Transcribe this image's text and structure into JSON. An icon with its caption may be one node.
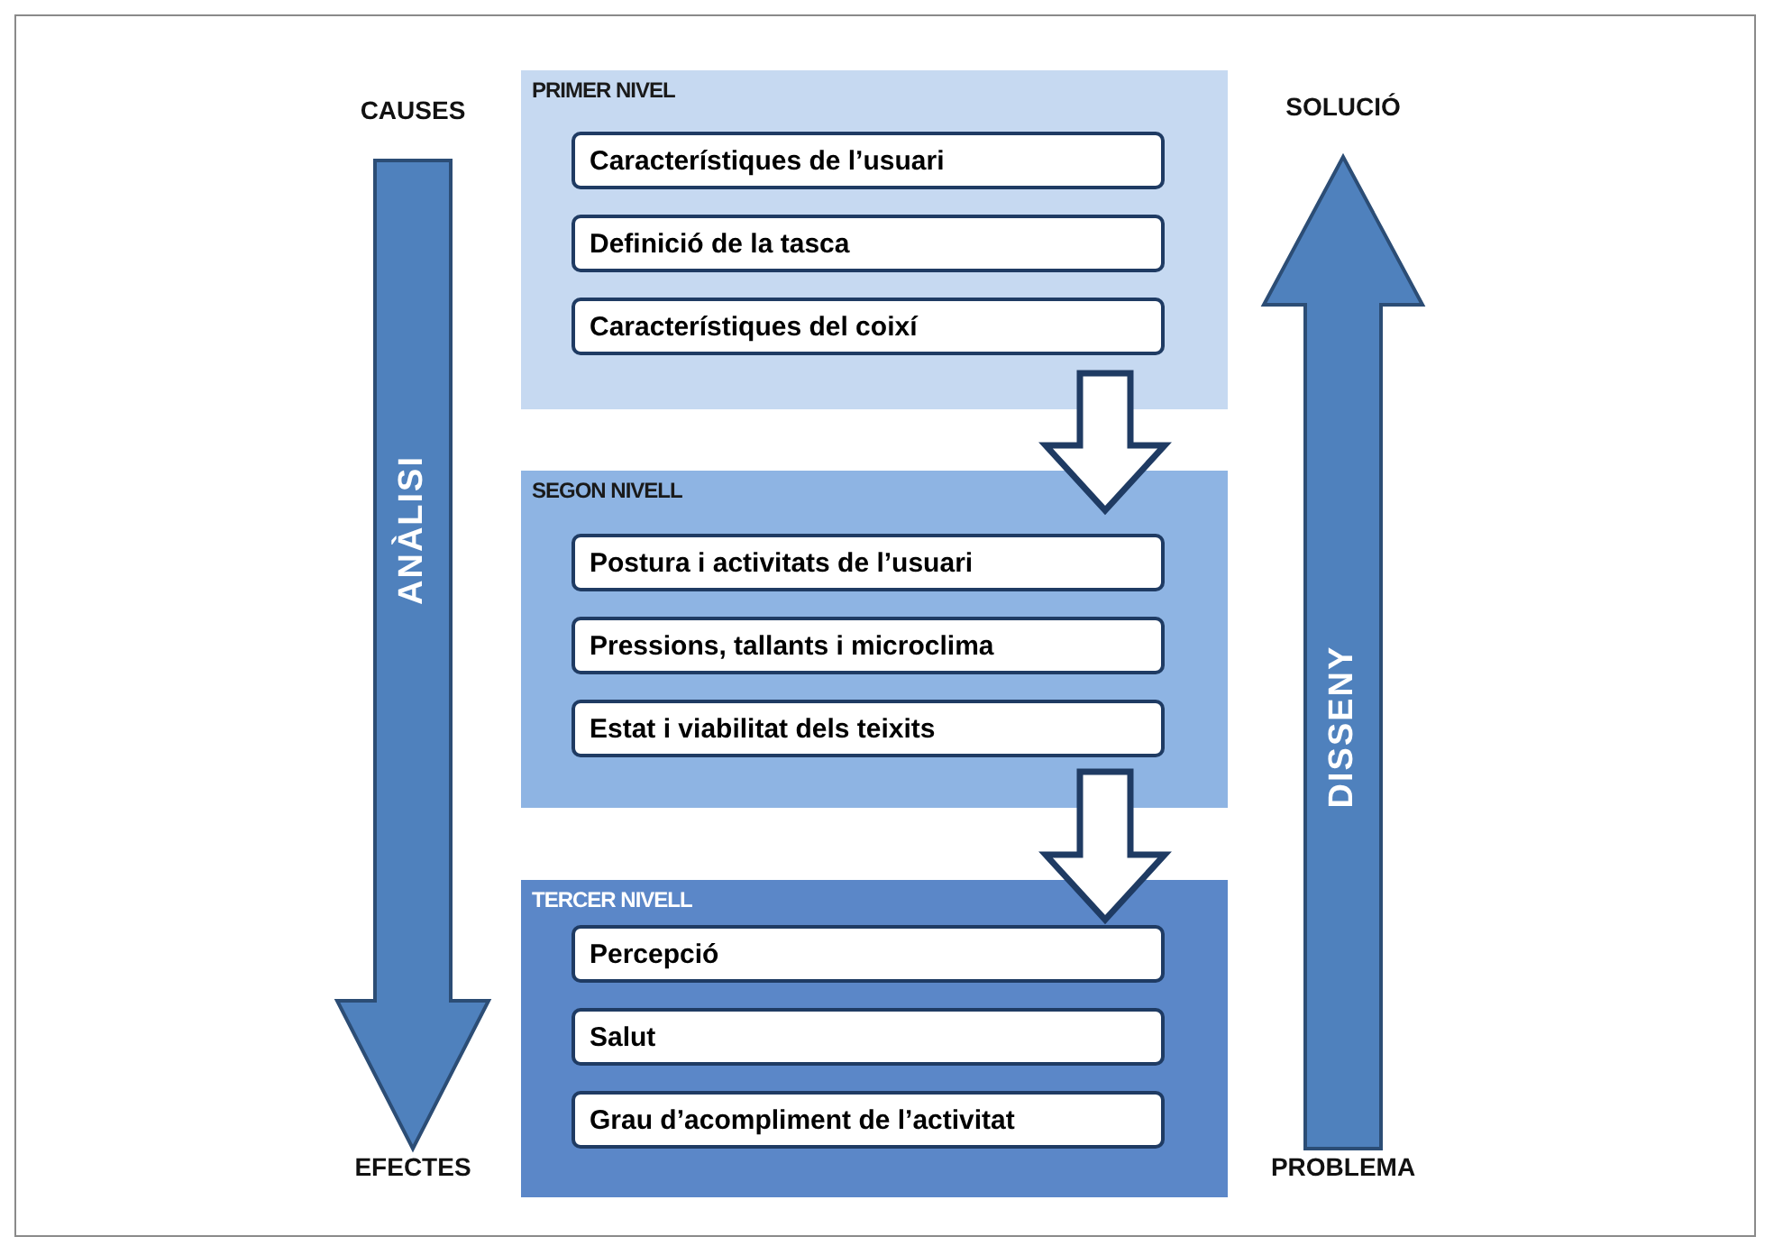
{
  "diagram": {
    "nodes": [
      {
        "text": [
          "ANÀLISI"
        ],
        "beside": [
          "CAUSES",
          "EFECTES"
        ]
      },
      {
        "text": [
          "PRIMER NIVEL"
        ]
      },
      {
        "text": [
          "Característiques de l’usuari"
        ],
        "in": 1
      },
      {
        "text": [
          "Definició de la tasca"
        ],
        "in": 1
      },
      {
        "text": [
          "Característiques del coixí"
        ],
        "in": 1
      },
      {
        "text": [
          "SEGON NIVELL"
        ]
      },
      {
        "text": [
          "Postura i activitats de l’usuari"
        ],
        "in": 5
      },
      {
        "text": [
          "Pressions, tallants i microclima"
        ],
        "in": 5
      },
      {
        "text": [
          "Estat i viabilitat dels teixits"
        ],
        "in": 5
      },
      {
        "text": [
          "TERCER NIVELL"
        ]
      },
      {
        "text": [
          "Percepció"
        ],
        "in": 9
      },
      {
        "text": [
          "Salut"
        ],
        "in": 9
      },
      {
        "text": [
          "Grau d’acompliment de l’activitat"
        ],
        "in": 9
      },
      {
        "text": [
          "DISSENY"
        ],
        "beside": [
          "SOLUCIÓ",
          "PROBLEMA"
        ]
      }
    ],
    "edges": [
      {
        "from": 1,
        "to": 5,
        "arrow": "to"
      },
      {
        "from": 5,
        "to": 9,
        "arrow": "to"
      }
    ]
  }
}
